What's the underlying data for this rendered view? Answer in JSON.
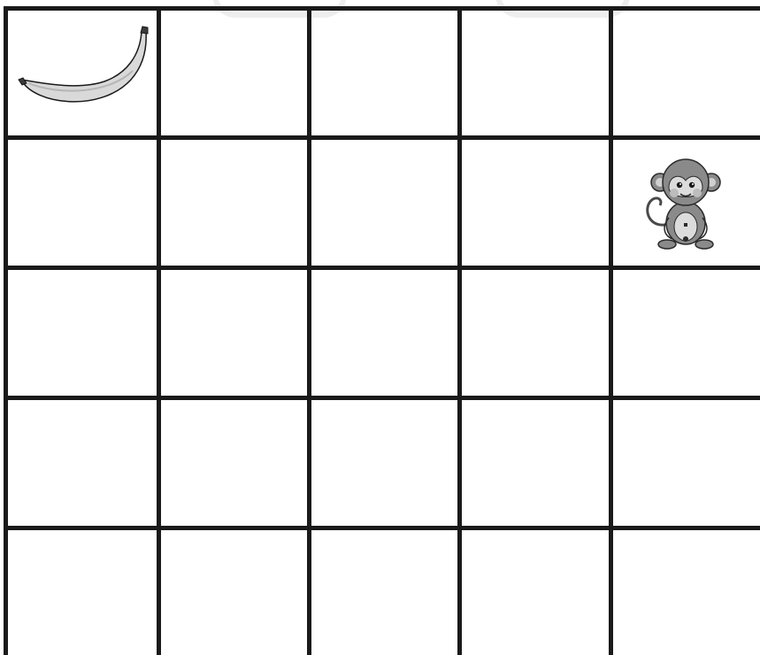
{
  "board": {
    "rows": 5,
    "cols": 5,
    "pieces": [
      {
        "name": "banana",
        "icon": "banana-icon",
        "row": 0,
        "col": 0
      },
      {
        "name": "monkey",
        "icon": "monkey-icon",
        "row": 1,
        "col": 4
      }
    ]
  },
  "colors": {
    "grid_line": "#1a1a1a",
    "background": "#ffffff",
    "banana_fill": "#d9d9d9",
    "monkey_fill": "#8a8a8a"
  }
}
